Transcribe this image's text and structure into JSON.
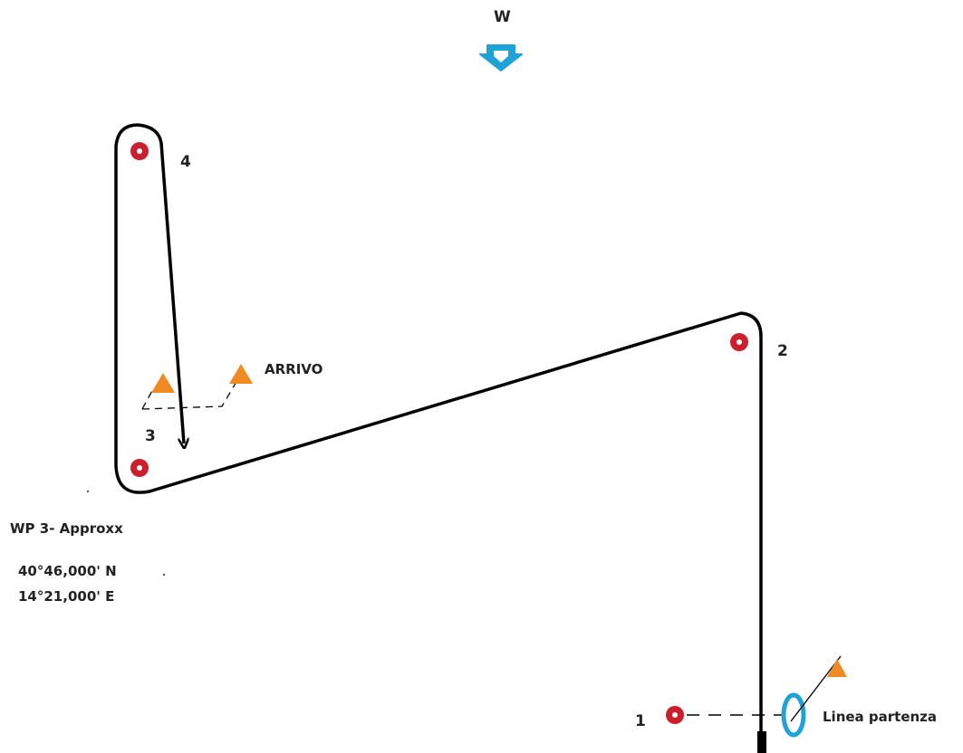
{
  "wind": {
    "label": "W",
    "arrow_icon": "wind-direction-arrow-icon",
    "color": "#1fa2d6"
  },
  "marks": {
    "mark_1": {
      "label": "1"
    },
    "mark_2": {
      "label": "2"
    },
    "mark_3": {
      "label": "3"
    },
    "mark_4": {
      "label": "4"
    },
    "color": "#cc1f2e"
  },
  "finish": {
    "label": "ARRIVO",
    "flag_color": "#f08a24"
  },
  "start": {
    "label": "Linea partenza",
    "buoy_color": "#1fa2d6",
    "flag_color": "#f08a24"
  },
  "waypoint": {
    "title": "WP 3- Approxx",
    "latitude": "40°46,000' N",
    "longitude": "14°21,000' E"
  },
  "course": {
    "line_color": "#000000"
  }
}
